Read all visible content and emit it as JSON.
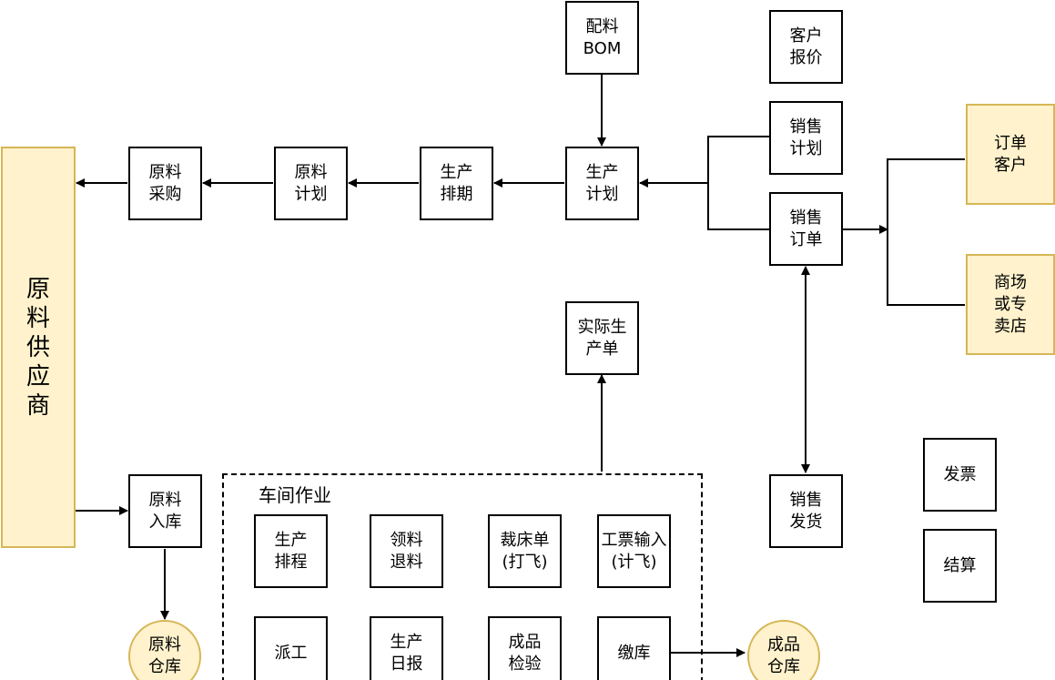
{
  "nodes": {
    "bom": "配料\nBOM",
    "quote": "客户\n报价",
    "sales_plan": "销售\n计划",
    "sales_order": "销售\n订单",
    "order_customer": "订单\n客户",
    "mall_store": "商场\n或专\n卖店",
    "supplier": "原\n料\n供\n应\n商",
    "material_purchase": "原料\n采购",
    "material_plan": "原料\n计划",
    "production_schedule": "生产\n排期",
    "production_plan": "生产\n计划",
    "actual_production": "实际生\n产单",
    "material_inbound": "原料\n入库",
    "material_warehouse": "原料\n仓库",
    "sales_delivery": "销售\n发货",
    "invoice": "发票",
    "settlement": "结算",
    "product_warehouse": "成品\n仓库"
  },
  "workshop": {
    "title": "车间作业",
    "items": {
      "prod_process": "生产\n排程",
      "material_return": "领料\n退料",
      "cutting_ticket": "裁床单\n(打飞)",
      "ticket_input": "工票输入\n(计飞)",
      "dispatch": "派工",
      "daily_report": "生产\n日报",
      "product_inspection": "成品\n检验",
      "warehousing": "缴库"
    }
  },
  "colors": {
    "line": "#000000",
    "highlight_fill": "#fff2cc",
    "highlight_border": "#d6b656"
  }
}
